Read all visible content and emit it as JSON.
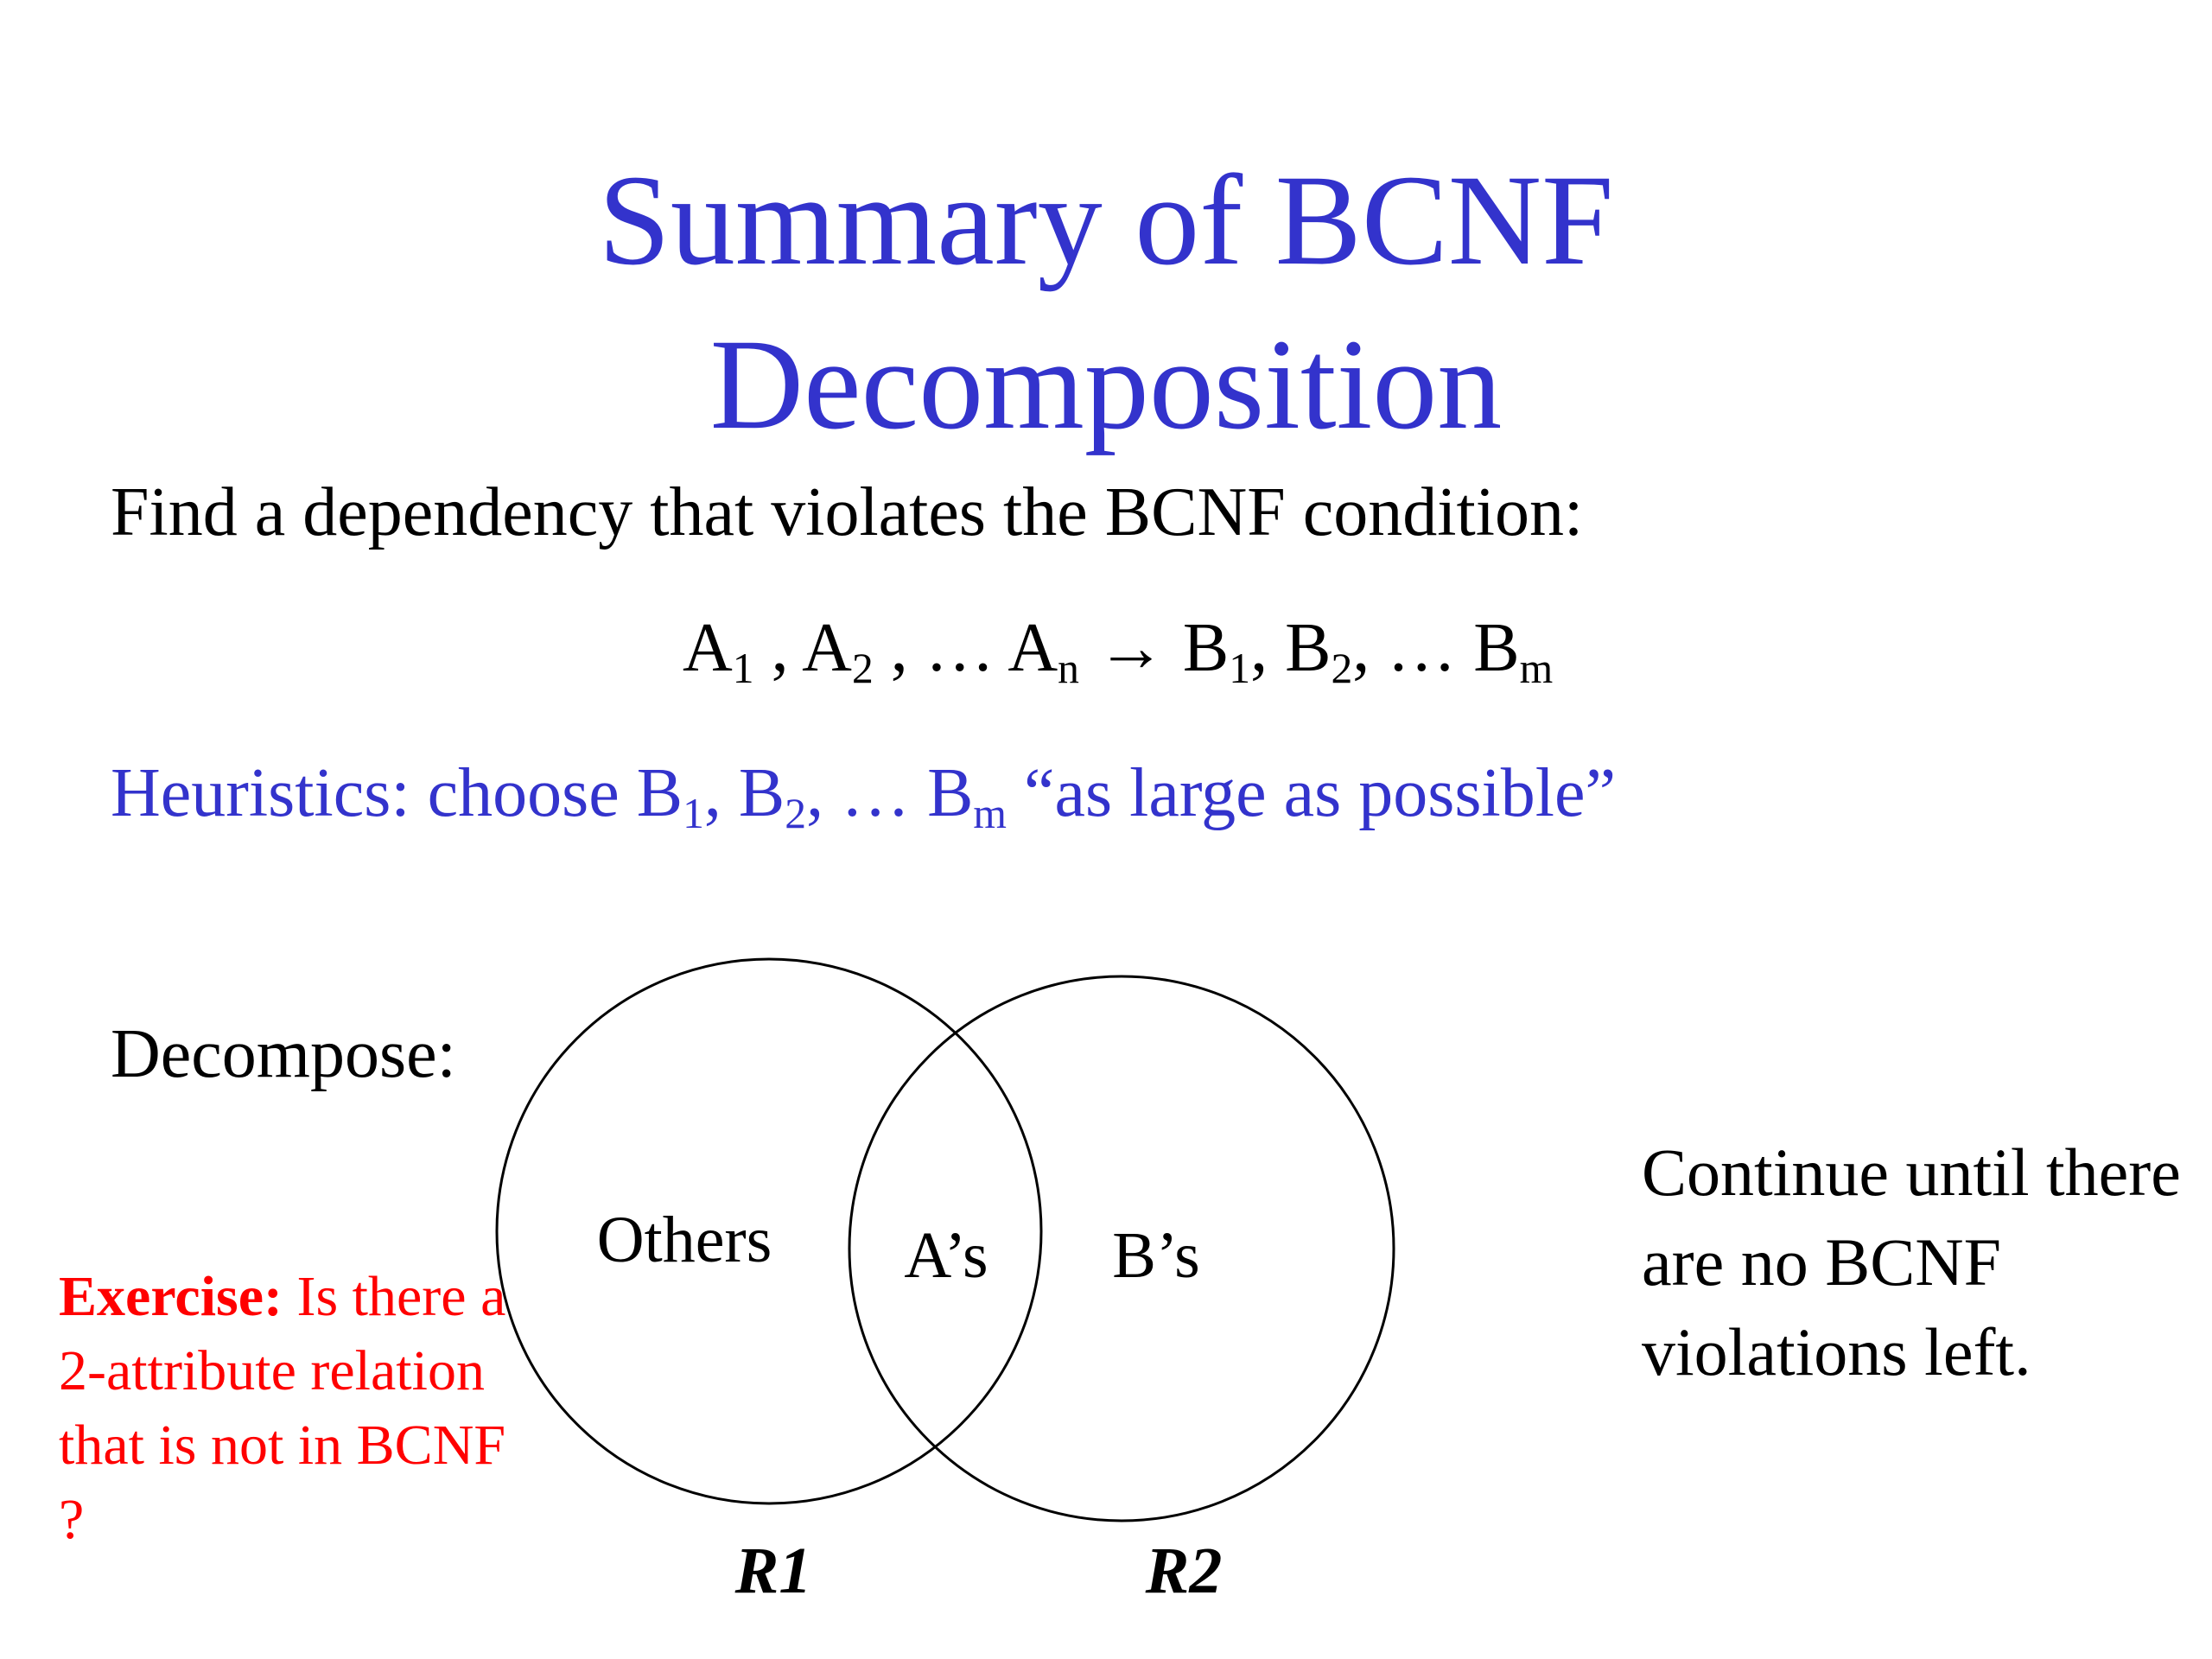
{
  "slide": {
    "title_line1": "Summary of BCNF",
    "title_line2": "Decomposition",
    "intro": "Find a dependency that violates the BCNF condition:",
    "formula": {
      "a1": "A",
      "a1_sub": "1",
      "sep1": " , ",
      "a2": "A",
      "a2_sub": "2",
      "dots1": " , … ",
      "an": "A",
      "an_sub": "n",
      "arrow": " → ",
      "b1": "B",
      "b1_sub": "1",
      "sep2": ", ",
      "b2": "B",
      "b2_sub": "2",
      "dots2": ", … ",
      "bm": "B",
      "bm_sub": "m"
    },
    "heuristics": {
      "prefix": "Heuristics: choose B",
      "sub1": "1",
      "mid1": ", B",
      "sub2": "2",
      "mid2": ", … B",
      "subm": "m",
      "suffix": " “as large as possible”"
    },
    "decompose_label": "Decompose:",
    "venn": {
      "left_region": "Others",
      "overlap_region": "A’s",
      "right_region": "B’s",
      "left_relation": "R1",
      "right_relation": "R2"
    },
    "exercise": {
      "label": "Exercise:",
      "text": " Is there a 2-attribute relation that is not in BCNF ?"
    },
    "continue_text": "Continue until there are no BCNF violations left."
  }
}
